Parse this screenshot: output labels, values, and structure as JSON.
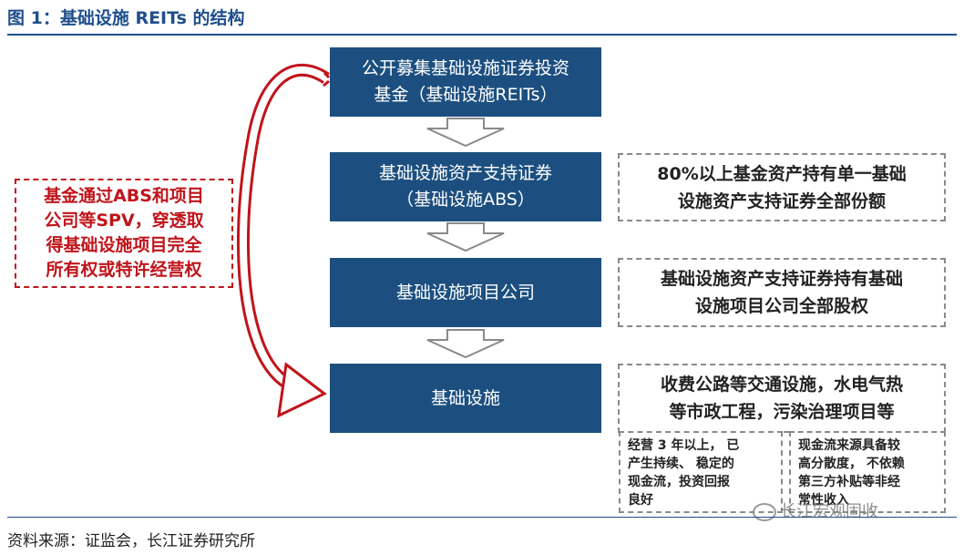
{
  "title": "图 1：基础设施 REITs 的结构",
  "source": "资料来源：证监会，长江证券研究所",
  "flow": [
    {
      "id": "reits",
      "label": "公开募集基础设施证券投资\n基金（基础设施REITs）"
    },
    {
      "id": "abs",
      "label": "基础设施资产支持证券\n（基础设施ABS）"
    },
    {
      "id": "company",
      "label": "基础设施项目公司"
    },
    {
      "id": "infra",
      "label": "基础设施"
    }
  ],
  "notes": [
    {
      "id": "note-abs",
      "label": "80%以上基金资产持有单一基础\n设施资产支持证券全部份额"
    },
    {
      "id": "note-company",
      "label": "基础设施资产支持证券持有基础\n设施项目公司全部股权"
    },
    {
      "id": "note-infra",
      "label": "收费公路等交通设施，水电气热\n等市政工程，污染治理项目等"
    }
  ],
  "subnotes": [
    {
      "id": "sub-left",
      "label": "经营 3 年以上，  已\n产生持续、 稳定的\n现金流，投资回报\n良好"
    },
    {
      "id": "sub-right",
      "label": "现金流来源具备较\n高分散度，  不依赖\n第三方补贴等非经\n常性收入"
    }
  ],
  "side_note": "基金通过ABS和项目\n公司等SPV，穿透取\n得基础设施项目完全\n所有权或特许经营权",
  "watermark": "长江宏观固收",
  "colors": {
    "title": "#1f4e8c",
    "box": "#1c4f7f",
    "red": "#c0141b",
    "dash": "#8a8a8a"
  }
}
